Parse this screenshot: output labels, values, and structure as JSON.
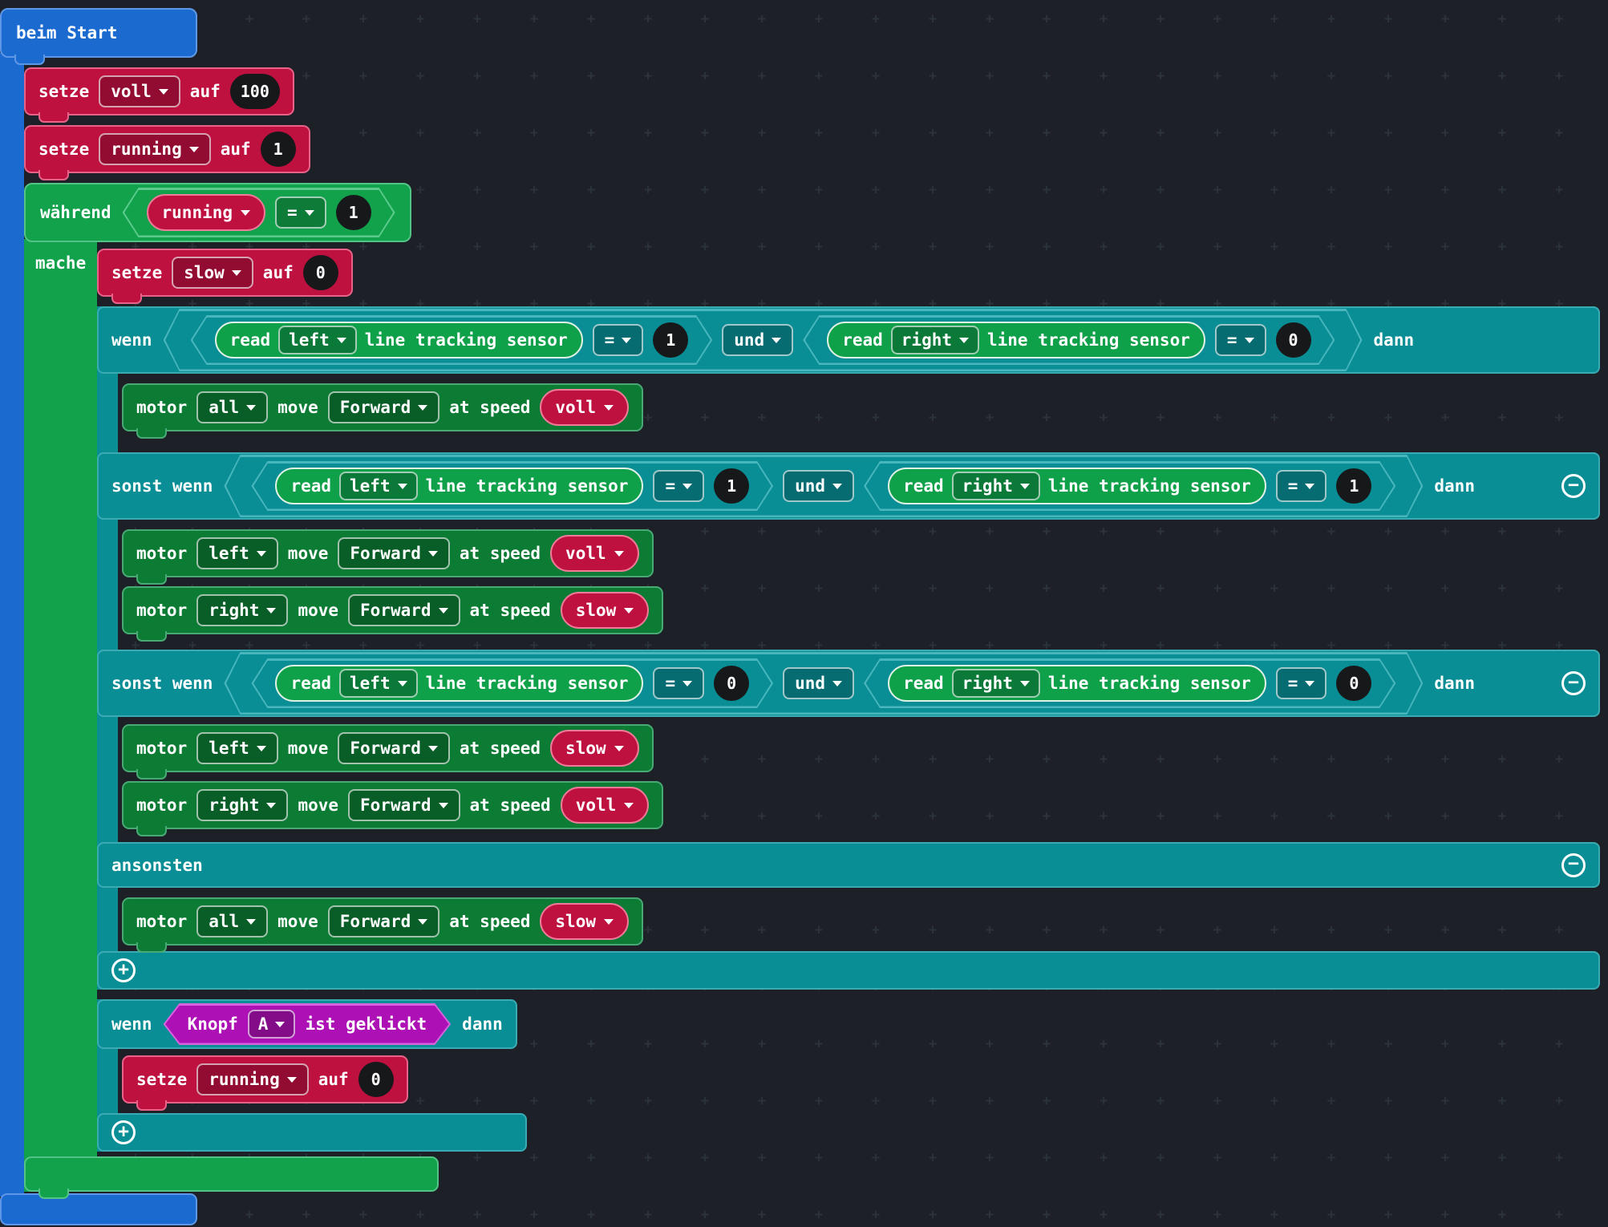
{
  "palette": {
    "canvas_bg": "#1d2127",
    "blue": "#1a6ad0",
    "crimson": "#bf1140",
    "green": "#13a24c",
    "teal": "#0a8e96",
    "motor_green": "#0c7c35",
    "sensor_green": "#0fa04a",
    "magenta": "#ad10b5"
  },
  "labels": {
    "on_start": "beim Start",
    "setze": "setze",
    "auf": "auf",
    "while": "während",
    "do": "mache",
    "if": "wenn",
    "then": "dann",
    "elseif": "sonst wenn",
    "else": "ansonsten",
    "and": "und",
    "read": "read",
    "sensor": "line tracking sensor",
    "motor": "motor",
    "move": "move",
    "at_speed": "at speed",
    "button": "Knopf",
    "clicked": "ist geklickt",
    "add": "+",
    "remove": "−"
  },
  "sets": {
    "voll": {
      "var": "voll",
      "value": "100"
    },
    "running1": {
      "var": "running",
      "value": "1"
    },
    "slow": {
      "var": "slow",
      "value": "0"
    },
    "running0": {
      "var": "running",
      "value": "0"
    }
  },
  "while": {
    "var": "running",
    "op": "=",
    "value": "1"
  },
  "conditions": [
    {
      "left_port": "left",
      "left_op": "=",
      "left_val": "1",
      "right_port": "right",
      "right_op": "=",
      "right_val": "0"
    },
    {
      "left_port": "left",
      "left_op": "=",
      "left_val": "1",
      "right_port": "right",
      "right_op": "=",
      "right_val": "1"
    },
    {
      "left_port": "left",
      "left_op": "=",
      "left_val": "0",
      "right_port": "right",
      "right_op": "=",
      "right_val": "0"
    }
  ],
  "motors": [
    {
      "which": "all",
      "dir": "Forward",
      "speed": "voll"
    },
    {
      "which": "left",
      "dir": "Forward",
      "speed": "voll"
    },
    {
      "which": "right",
      "dir": "Forward",
      "speed": "slow"
    },
    {
      "which": "left",
      "dir": "Forward",
      "speed": "slow"
    },
    {
      "which": "right",
      "dir": "Forward",
      "speed": "voll"
    },
    {
      "which": "all",
      "dir": "Forward",
      "speed": "slow"
    }
  ],
  "button_event": {
    "which": "A"
  }
}
